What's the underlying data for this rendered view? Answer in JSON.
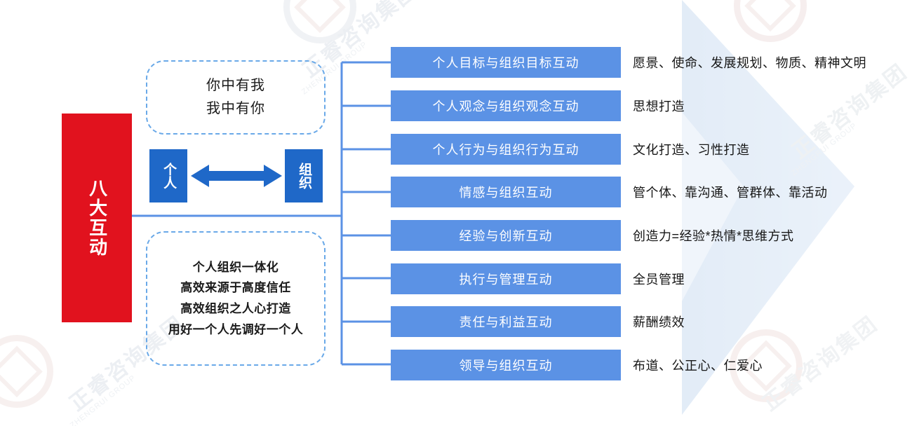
{
  "title_block": {
    "text": "八大互动",
    "color": "#e1121e",
    "text_color": "#ffffff"
  },
  "concept_top": {
    "lines": [
      "你中有我",
      "我中有你"
    ],
    "border_color": "#6aa9e8"
  },
  "concept_bottom": {
    "lines": [
      "个人组织一体化",
      "高效来源于高度信任",
      "高效组织之人心打造",
      "用好一个人先调好一个人"
    ],
    "border_color": "#6aa9e8"
  },
  "relation": {
    "left_label": "个人",
    "right_label": "组织",
    "arrow_icon": "double-arrow-horizontal-icon",
    "box_color": "#1f68c8",
    "arrow_color": "#1f68c8"
  },
  "items": [
    {
      "label": "个人目标与组织目标互动",
      "desc": "愿景、使命、发展规划、物质、精神文明"
    },
    {
      "label": "个人观念与组织观念互动",
      "desc": "思想打造"
    },
    {
      "label": "个人行为与组织行为互动",
      "desc": "文化打造、习性打造"
    },
    {
      "label": "情感与组织互动",
      "desc": "管个体、靠沟通、管群体、靠活动"
    },
    {
      "label": "经验与创新互动",
      "desc": "创造力=经验*热情*思维方式"
    },
    {
      "label": "执行与管理互动",
      "desc": "全员管理"
    },
    {
      "label": "责任与利益互动",
      "desc": "薪酬绩效"
    },
    {
      "label": "领导与组织互动",
      "desc": "布道、公正心、仁爱心"
    }
  ],
  "palette": {
    "item_box": "#5b92e5",
    "connector": "#5b92e5",
    "accent_red": "#e1121e",
    "accent_blue": "#1f68c8",
    "bg_triangle": "#dce9f7"
  },
  "watermark": {
    "text": "正睿咨询集团",
    "sub": "ZHENGRUI GROUP"
  }
}
